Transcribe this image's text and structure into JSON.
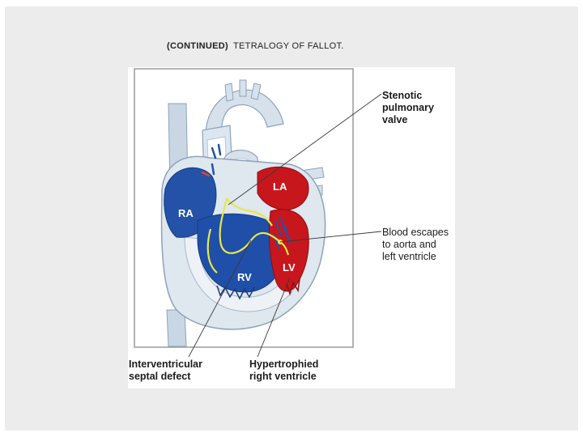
{
  "slide": {
    "title_prefix": "(CONTINUED)",
    "title": "TETRALOGY OF FALLOT."
  },
  "diagram": {
    "chambers": {
      "ra": "RA",
      "rv": "RV",
      "la": "LA",
      "lv": "LV"
    },
    "callouts": {
      "stenotic_valve": [
        "Stenotic",
        "pulmonary",
        "valve"
      ],
      "blood_escapes": [
        "Blood escapes",
        "to aorta and",
        "left ventricle"
      ],
      "septal_defect": [
        "Interventricular",
        "septal defect"
      ],
      "hypertrophied": [
        "Hypertrophied",
        "right ventricle"
      ]
    },
    "colors": {
      "deoxygenated": "#1f4fa8",
      "oxygenated": "#c8161d",
      "vessel_light": "#cfdbe8",
      "flow_path": "#e6e84a"
    }
  }
}
